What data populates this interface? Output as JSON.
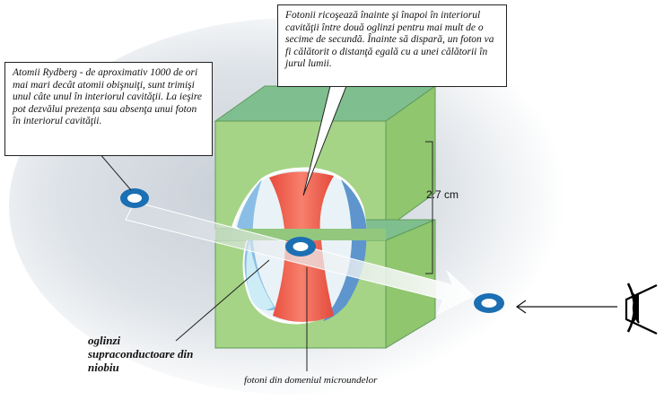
{
  "callouts": {
    "rydberg_text": "Atomii Rydberg - de aproximativ 1000 de ori mai mari decât atomii obişnuiţi, sunt trimişi unul câte unul în interiorul cavităţii. La ieşire pot dezvălui prezenţa sau absenţa unui foton în interiorul cavităţii.",
    "photon_text": "Fotonii ricoşează înainte şi înapoi în interiorul cavităţii între două oglinzi pentru mai mult de o secime de secundă. Înainte să dispară, un foton va fi călătorit o distanţă egală cu a unei călătorii în jurul lumii."
  },
  "labels": {
    "mirrors": "oglinzi supraconductoare din niobiu",
    "microwave_photons": "fotoni din domeniul microundelor",
    "dimension": "2.7 cm"
  },
  "colors": {
    "block_front": "#a6d487",
    "block_top": "#7fbf8f",
    "block_side": "#8fc66e",
    "photon_red": "#f0584a",
    "mirror_blue": "#5e95cd",
    "atom_blue": "#1b6fb3",
    "beam": "#e7eff3"
  },
  "icons": [
    "atom-ring-icon",
    "eye-icon"
  ]
}
